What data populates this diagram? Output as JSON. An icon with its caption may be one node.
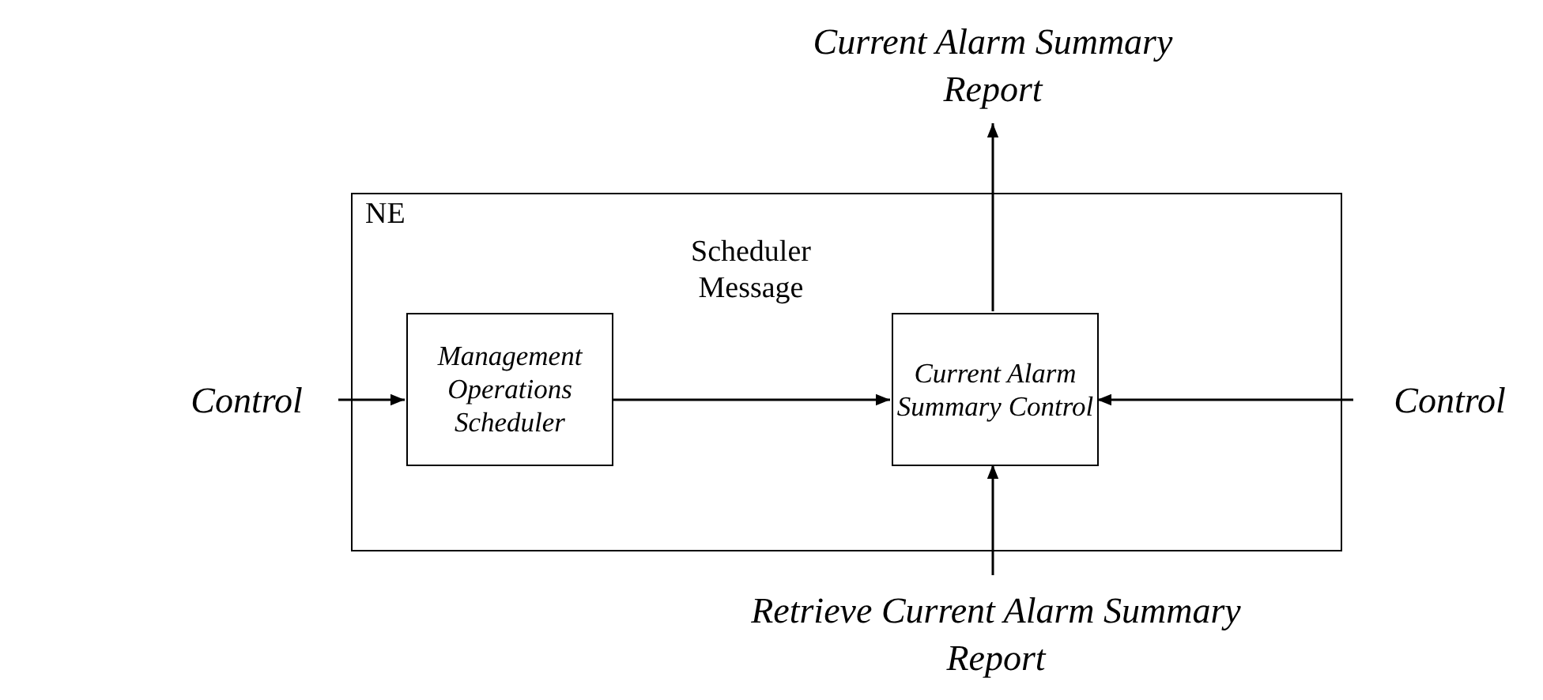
{
  "diagram": {
    "nodes": [
      {
        "text": [
          "NE"
        ]
      },
      {
        "text": [
          "Management Operations Scheduler"
        ],
        "in": 0
      },
      {
        "text": [
          "Current Alarm Summary Control"
        ],
        "in": 0
      },
      {
        "text": [
          "Control"
        ]
      },
      {
        "text": [
          "Control"
        ]
      },
      {
        "text": [
          "Current Alarm Summary Report"
        ]
      },
      {
        "text": [
          "Retrieve Current Alarm Summary Report"
        ]
      }
    ],
    "edges": [
      {
        "from": 3,
        "to": 1,
        "arrow": "to"
      },
      {
        "from": 1,
        "to": 2,
        "arrow": "to",
        "label": "Scheduler Message"
      },
      {
        "from": 4,
        "to": 2,
        "arrow": "to"
      },
      {
        "from": 2,
        "to": 5,
        "arrow": "to"
      },
      {
        "from": 6,
        "to": 2,
        "arrow": "to"
      }
    ]
  }
}
